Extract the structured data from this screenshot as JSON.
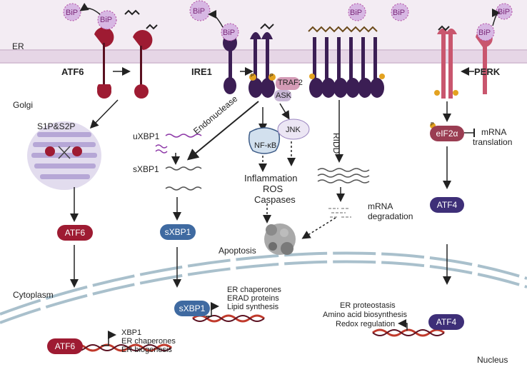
{
  "colors": {
    "er_band": "#efe6ef",
    "membrane": "#e8d9e8",
    "atf6": "#9e1b32",
    "ire1": "#3b1e54",
    "perk": "#c9566e",
    "xbp1_pill": "#3f6aa1",
    "atf4_pill": "#3e2f78",
    "bip": "#d7b7e3",
    "phospho": "#e3a220",
    "dna": "#c0392b",
    "nucleus_line": "#9fb6c3"
  },
  "compartments": {
    "er": "ER",
    "golgi": "Golgi",
    "cytoplasm": "Cytoplasm",
    "nucleus": "Nucleus"
  },
  "sensors": {
    "atf6": "ATF6",
    "ire1": "IRE1",
    "perk": "PERK",
    "bip": "BiP",
    "phospho": "P"
  },
  "ire1_branch": {
    "traf2": "TRAF2",
    "ask": "ASK",
    "jnk": "JNK",
    "nfkb": "NF-κB",
    "endonuclease": "Endonuclease",
    "uxbp1": "uXBP1",
    "sxbp1_mrna": "sXBP1",
    "sxbp1_protein": "sXBP1",
    "outcomes": [
      "Inflammation",
      "ROS",
      "Caspases"
    ],
    "ridd": "RIDD",
    "mrna_degradation": [
      "mRNA",
      "degradation"
    ],
    "apoptosis": "Apoptosis",
    "nuclear_sxbp1": "sXBP1",
    "xbp1_targets": [
      "ER chaperones",
      "ERAD proteins",
      "Lipid synthesis"
    ]
  },
  "atf6_branch": {
    "proteases": "S1P&S2P",
    "cleaved": "ATF6",
    "nuclear": "ATF6",
    "targets": [
      "XBP1",
      "ER chaperones",
      "ER biogenesis"
    ]
  },
  "perk_branch": {
    "eif2a": "eIF2α",
    "translation": [
      "mRNA",
      "translation"
    ],
    "atf4": "ATF4",
    "nuclear_atf4": "ATF4",
    "targets": [
      "ER proteostasis",
      "Amino acid biosynthesis",
      "Redox regulation"
    ]
  }
}
